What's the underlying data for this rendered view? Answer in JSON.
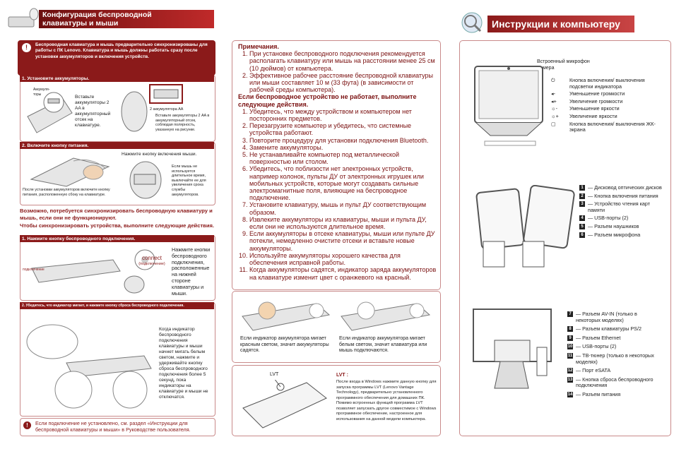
{
  "left": {
    "title_line1": "Конфигурация беспроводной",
    "title_line2": "клавиатуры и мыши",
    "intro": "Беспроводная клавиатура и мышь предварительно синхронизированы для работы с ПК Lenovo. Клавиатура и мышь должны работать сразу после установки аккумуляторов и включения устройств.",
    "step1_title": "1. Установите аккумуляторы.",
    "step1_kbd_text": "Вставьте аккумуляторы 2 AA в аккумуляторный отсек на клавиатуре.",
    "step1_mouse_label": "2 аккумулятора AA",
    "step1_mouse_text": "Вставьте аккумуляторы 2 AA в аккумуляторный отсек, соблюдая полярность, указанную на рисунке.",
    "step1_kbd_callout": "Аккумуля-торы",
    "step2_title": "2. Включите кнопку питания.",
    "step2_kbd_text": "После установки аккумуляторов включите кнопку питания, расположенную сбоку на клавиатуре.",
    "step2_mouse_title": "Нажмите кнопку включения мыши.",
    "step2_mouse_text": "Если мышь не используется длительное время, выключайте ее для увеличения срока службы аккумуляторов.",
    "sync_text1": "Возможно, потребуется синхронизировать беспроводную клавиатуру и мышь, если они не функционируют.",
    "sync_text2": "Чтобы синхронизировать устройства, выполните следующие действия.",
    "step3_title": "1. Нажмите кнопку беспроводного подключения.",
    "step3_text": "Нажмите кнопки беспроводного подключения, расположенные на нижней стороне клавиатуры и мыши.",
    "connect_label": "connect",
    "connect_sub": "(подключение)",
    "connect_left": "подключение",
    "step4_title": "2. Убедитесь, что индикатор мигает, и нажмите кнопку сброса беспроводного подключения.",
    "step4_text": "Когда индикатор беспроводного подключения клавиатуры и мыши начнет мигать белым светом, нажмите и удерживайте кнопку сброса беспроводного подключения более 5 секунд, пока индикаторы на клавиатуре и мыши не отключатся.",
    "footer_note": "Если подключение не установлено, см. раздел «Инструкции для беспроводной клавиатуры и мыши» в Руководстве пользователя."
  },
  "middle": {
    "notes_title": "Примечания.",
    "notes": [
      "При установке беспроводного подключения рекомендуется располагать клавиатуру или мышь на расстоянии менее 25 см (10 дюймов) от компьютера.",
      "Эффективное рабочее расстояние беспроводной клавиатуры или мыши составляет 10 м (33 фута) (в зависимости от рабочей среды компьютера)."
    ],
    "troubleshoot_title": "Если беспроводное устройство не работает, выполните следующие действия.",
    "steps": [
      "Убедитесь, что между устройством и компьютером нет посторонних предметов.",
      "Перезагрузите компьютер и убедитесь, что системные устройства работают.",
      "Повторите процедуру для установки подключения Bluetooth.",
      "Замените аккумуляторы.",
      "Не устанавливайте компьютер под металлической поверхностью или столом.",
      "Убедитесь, что поблизости нет электронных устройств, например колонок, пульты ДУ от электронных игрушек или мобильных устройств, которые могут создавать сильные электромагнитные поля, влияющие на беспроводное подключение.",
      "Установите клавиатуру, мышь и пульт ДУ соответствующим образом.",
      "Извлеките аккумуляторы из клавиатуры, мыши и пульта ДУ, если они не используются длительное время.",
      "Если аккумуляторы в отсеке клавиатуры, мыши или пульте ДУ потекли, немедленно очистите отсеки и вставьте новые аккумуляторы.",
      "Используйте аккумуляторы хорошего качества для обеспечения исправной работы.",
      "Когда аккумуляторы садятся, индикатор заряда аккумуляторов на клавиатуре изменит цвет с оранжевого на красный."
    ],
    "led_red": "Если индикатор аккумулятора мигает красным светом, значит аккумуляторы садятся.",
    "led_white": "Если индикатор аккумулятора мигает белым светом, значит клавиатура или мышь подключаются.",
    "lvt_label": "LVT",
    "lvt_title": "LVT :",
    "lvt_text": "После входа в Windows нажмите данную кнопку для запуска программы LVT (Lenovo Vantage Technology), предварительно установленного программного обеспечения для домашних ПК. Помимо встроенных функций программа LVT позволяет запускать другое совместимое с Windows программное обеспечение, настроенное для использования на данной модели компьютера."
  },
  "right": {
    "title": "Инструкции к компьютеру",
    "top_labels": [
      "Встроенный микрофон",
      "Камера"
    ],
    "front_items": [
      {
        "icon": "⏻",
        "label": "Кнопка включения/ выключения подсветки индикатора"
      },
      {
        "icon": "◂-",
        "label": "Уменьшение громкости"
      },
      {
        "icon": "◂+",
        "label": "Увеличение громкости"
      },
      {
        "icon": "☼-",
        "label": "Уменьшение яркости"
      },
      {
        "icon": "☼+",
        "label": "Увеличение яркости"
      },
      {
        "icon": "▢",
        "label": "Кнопка включения/ выключения ЖК-экрана"
      }
    ],
    "side_items": [
      {
        "n": "1",
        "label": "— Дисковод оптических дисков"
      },
      {
        "n": "2",
        "label": "— Кнопка включения питания"
      },
      {
        "n": "3",
        "label": "— Устройство чтения карт памяти"
      },
      {
        "n": "4",
        "label": "— USB-порты (2)"
      },
      {
        "n": "5",
        "label": "— Разъем наушников"
      },
      {
        "n": "6",
        "label": "— Разъем микрофона"
      }
    ],
    "rear_items": [
      {
        "n": "7",
        "label": "— Разъем AV-IN (только в некоторых моделях)"
      },
      {
        "n": "8",
        "label": "— Разъем клавиатуры PS/2"
      },
      {
        "n": "9",
        "label": "— Разъем Ethernet"
      },
      {
        "n": "10",
        "label": "— USB-порты (2)"
      },
      {
        "n": "11",
        "label": "— ТВ-тюнер (только в некоторых моделях)"
      },
      {
        "n": "12",
        "label": "— Порт eSATA"
      },
      {
        "n": "13",
        "label": "— Кнопка сброса беспроводного подключения"
      },
      {
        "n": "14",
        "label": "— Разъем питания"
      }
    ]
  }
}
